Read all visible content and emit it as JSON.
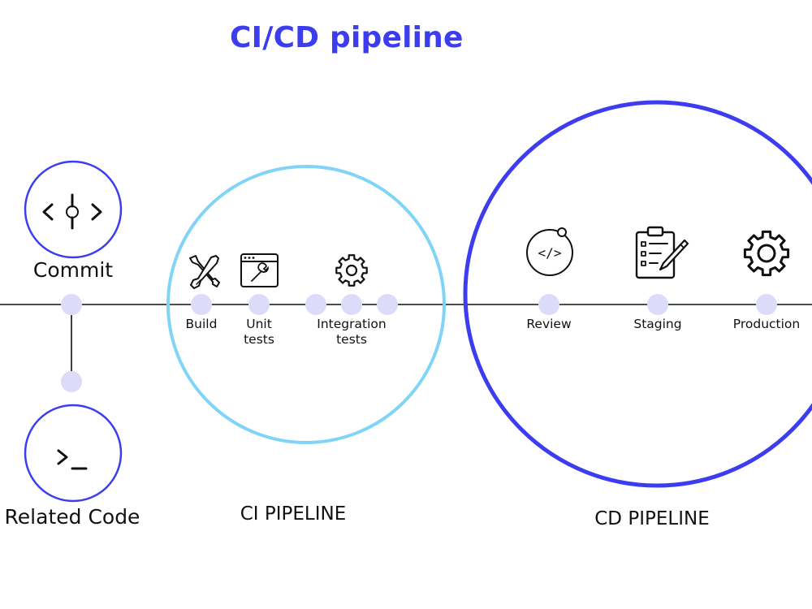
{
  "title": "CI/CD pipeline",
  "colors": {
    "accent": "#3d3df0",
    "ci_circle": "#80d4f8",
    "node": "#dcdcfa",
    "line": "#111111"
  },
  "nodes": {
    "commit": {
      "label": "Commit",
      "icon": "commit-icon",
      "symbol": "< ⌽ >"
    },
    "related_code": {
      "label": "Related Code",
      "icon": "terminal-icon",
      "symbol": ">_"
    }
  },
  "ci": {
    "section_label": "CI PIPELINE",
    "stages": [
      {
        "label": "Build",
        "icon": "tools-icon"
      },
      {
        "label": "Unit\ntests",
        "icon": "browser-wrench-icon"
      },
      {
        "label": "Integration\ntests",
        "icon": "gear-icon"
      }
    ]
  },
  "cd": {
    "section_label": "CD PIPELINE",
    "stages": [
      {
        "label": "Review",
        "icon": "code-review-icon",
        "symbol": "</>"
      },
      {
        "label": "Staging",
        "icon": "clipboard-checklist-icon"
      },
      {
        "label": "Production",
        "icon": "gear-icon"
      }
    ]
  }
}
